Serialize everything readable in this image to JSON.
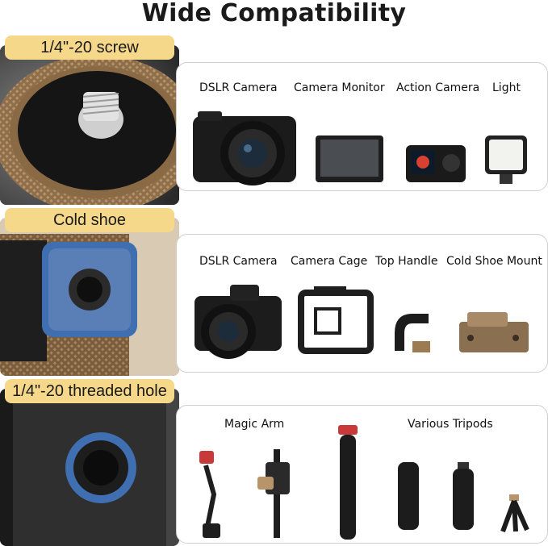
{
  "title": "Wide Compatibility",
  "sections": [
    {
      "label": "1/4\"-20 screw",
      "items": [
        "DSLR Camera",
        "Camera Monitor",
        "Action Camera",
        "Light"
      ]
    },
    {
      "label": "Cold shoe",
      "items": [
        "DSLR Camera",
        "Camera  Cage",
        "Top Handle",
        "Cold Shoe Mount"
      ]
    },
    {
      "label": "1/4\"-20 threaded hole",
      "items": [
        "Magic Arm",
        "Various Tripods"
      ]
    }
  ],
  "colors": {
    "label_bg": "#f6d88a",
    "bronze": "#9c7a52",
    "blue_accent": "#3f6fb0"
  }
}
